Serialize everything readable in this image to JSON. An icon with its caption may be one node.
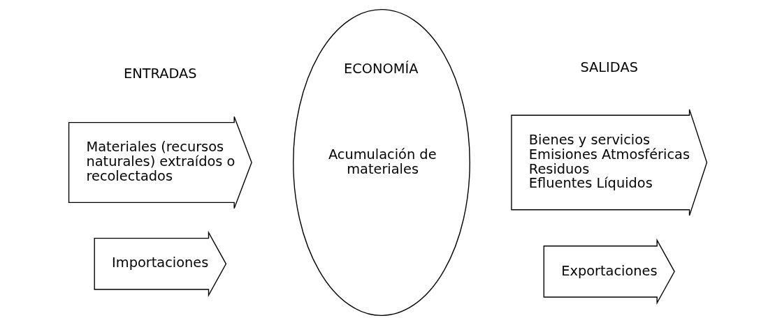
{
  "diagram": {
    "nodes": [
      {
        "text": [
          "Materiales (recursos naturales) extraídos o recolectados"
        ]
      },
      {
        "text": [
          "Importaciones"
        ]
      },
      {
        "text": [
          "ECONOMÍA",
          "Acumulación de materiales"
        ]
      },
      {
        "text": [
          "Bienes y servicios",
          "Emisiones Atmosféricas",
          "Residuos",
          "Efluentes Líquidos"
        ]
      },
      {
        "text": [
          "Exportaciones"
        ]
      }
    ],
    "labels": [
      "ENTRADAS",
      "SALIDAS"
    ]
  }
}
